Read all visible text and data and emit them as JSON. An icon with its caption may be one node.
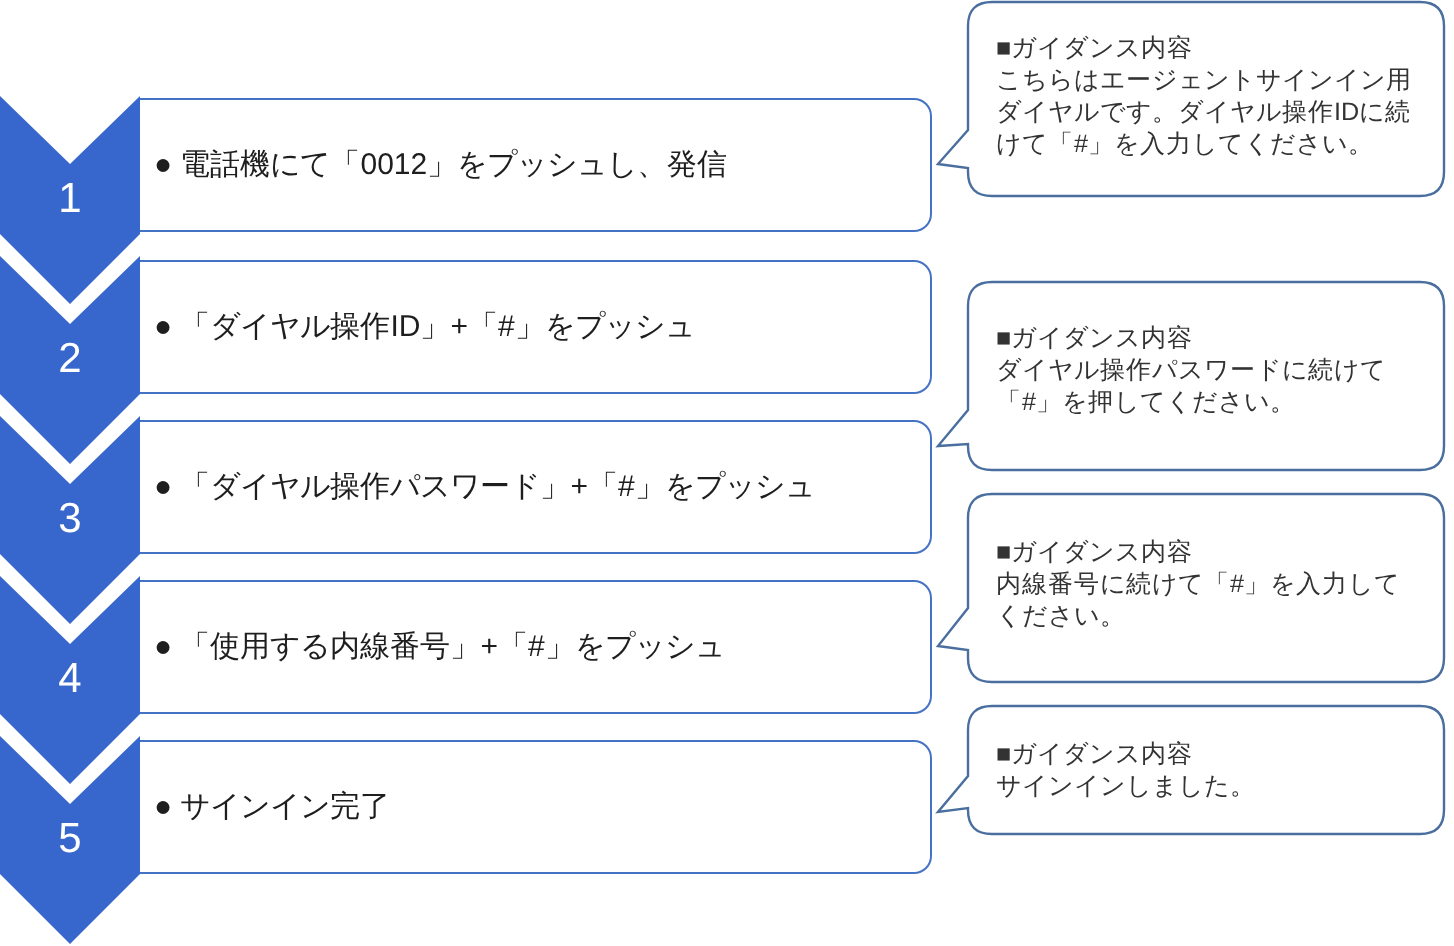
{
  "diagram": {
    "nodes": [
      {
        "text": [
          "1"
        ]
      },
      {
        "text": [
          "● 電話機にて「0012」をプッシュし、発信"
        ]
      },
      {
        "text": [
          "■ガイダンス内容",
          "こちらはエージェントサインイン用ダイヤルです。ダイヤル操作IDに続けて「#」を入力してください。"
        ]
      },
      {
        "text": [
          "2"
        ]
      },
      {
        "text": [
          "● 「ダイヤル操作ID」+「#」をプッシュ"
        ]
      },
      {
        "text": [
          "3"
        ]
      },
      {
        "text": [
          "● 「ダイヤル操作パスワード」+「#」をプッシュ"
        ]
      },
      {
        "text": [
          "■ガイダンス内容",
          "ダイヤル操作パスワードに続けて「#」を押してください。"
        ]
      },
      {
        "text": [
          "4"
        ]
      },
      {
        "text": [
          "● 「使用する内線番号」+「#」をプッシュ"
        ]
      },
      {
        "text": [
          "■ガイダンス内容",
          "内線番号に続けて「#」を入力してください。"
        ]
      },
      {
        "text": [
          "5"
        ]
      },
      {
        "text": [
          "● サインイン完了"
        ]
      },
      {
        "text": [
          "■ガイダンス内容",
          "サインインしました。"
        ]
      }
    ]
  }
}
